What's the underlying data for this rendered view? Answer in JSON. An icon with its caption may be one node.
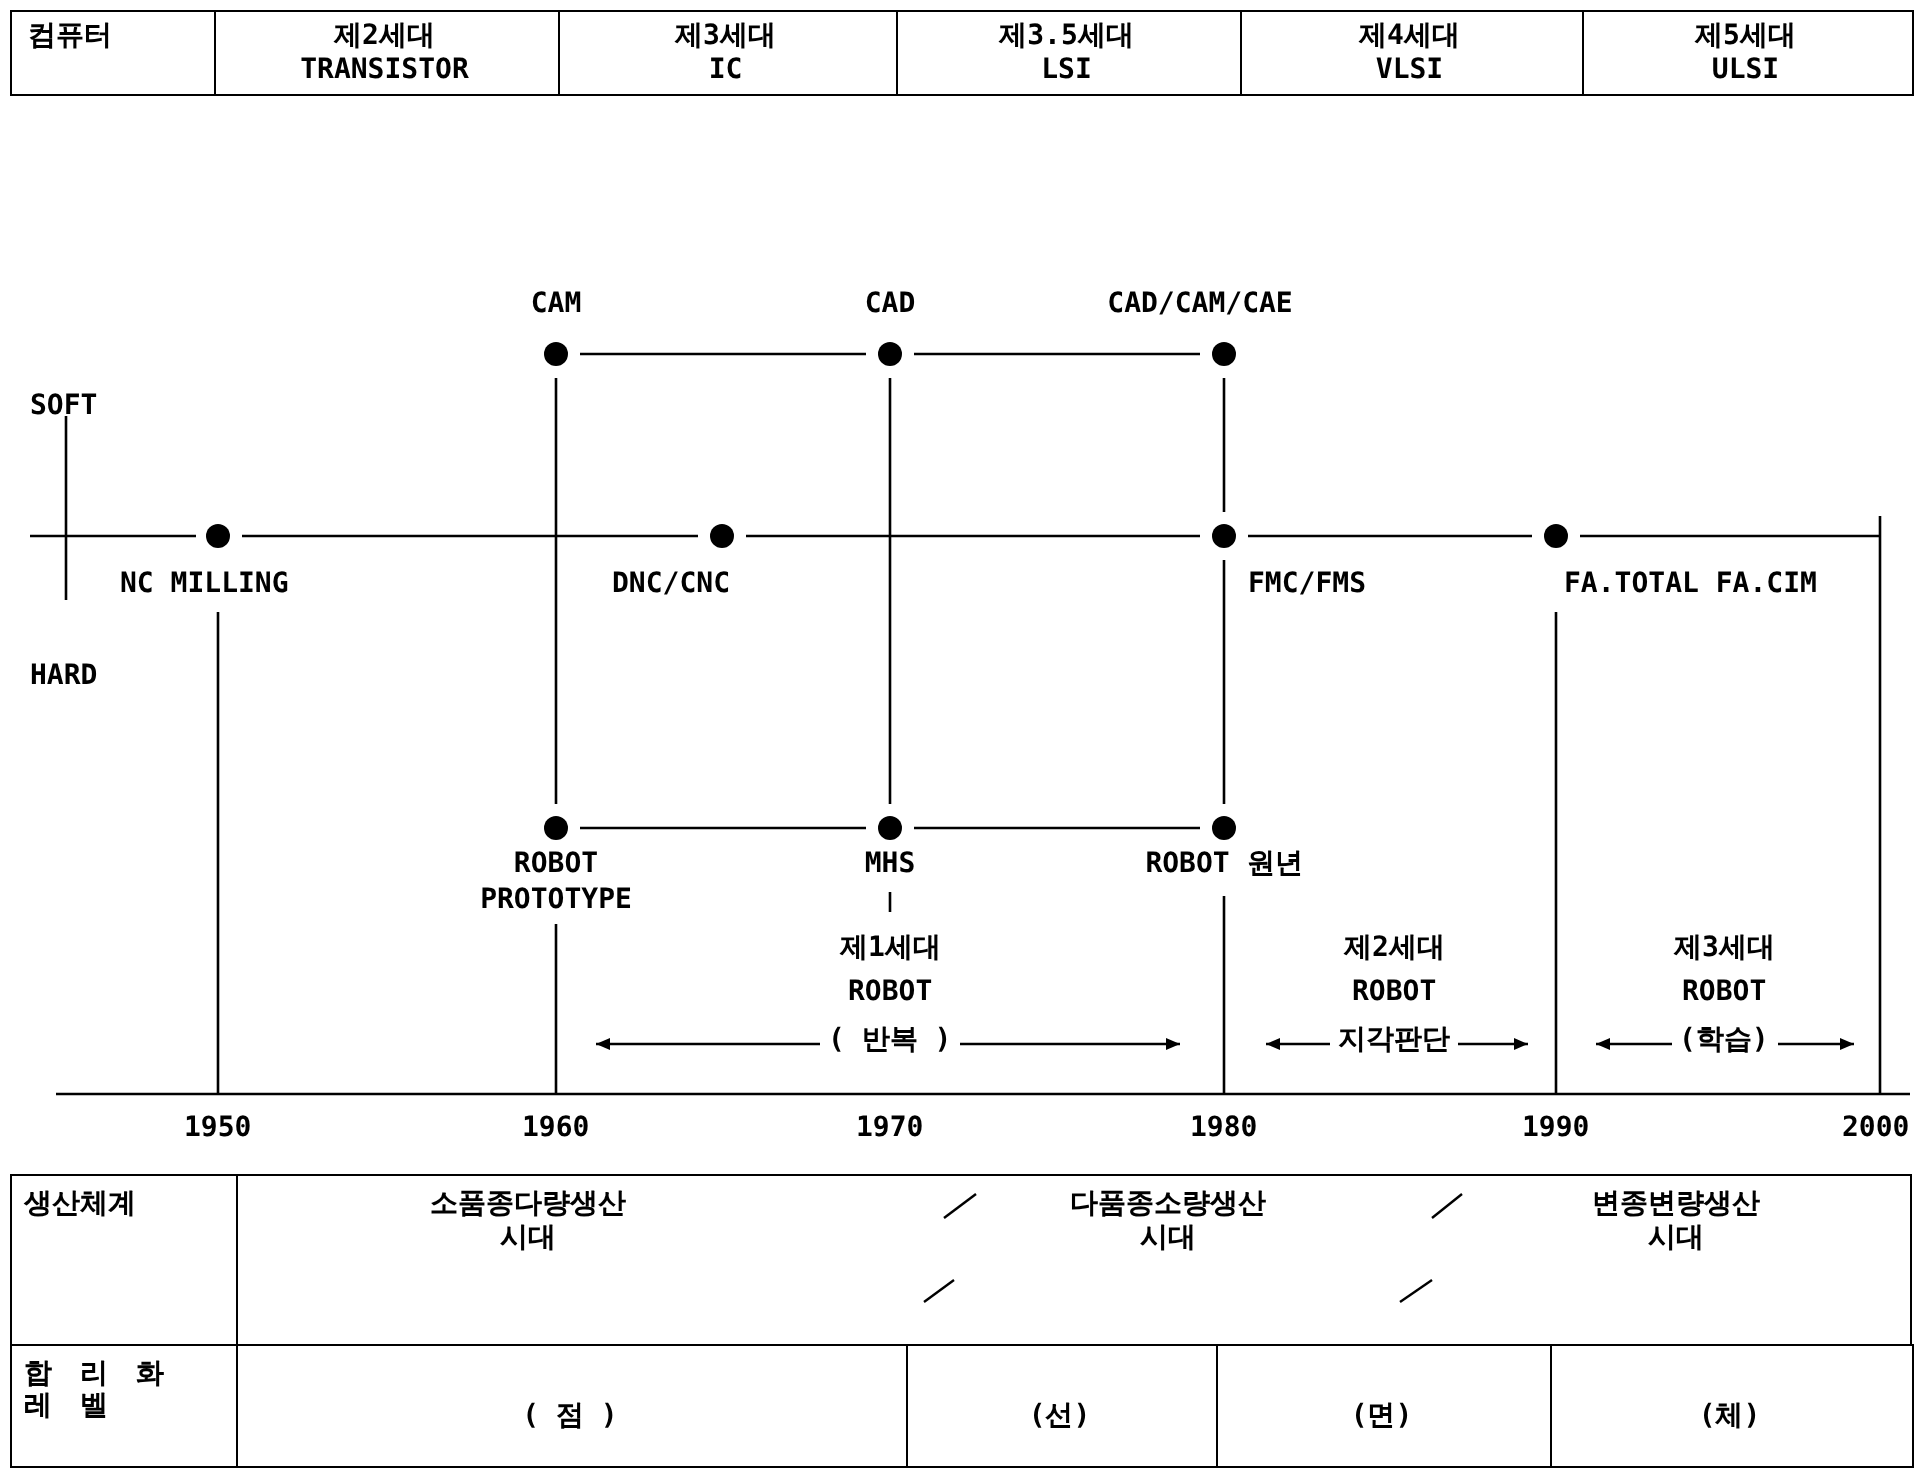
{
  "diagram": {
    "nodes": [
      {
        "text": [
          "CAM"
        ]
      },
      {
        "text": [
          "CAD"
        ]
      },
      {
        "text": [
          "CAD/CAM/CAE"
        ]
      },
      {
        "text": [
          "NC MILLING"
        ]
      },
      {
        "text": [
          "DNC/CNC"
        ]
      },
      {
        "text": [
          "FMC/FMS"
        ]
      },
      {
        "text": [
          "FA.TOTAL FA.CIM"
        ]
      },
      {
        "text": [
          "ROBOT PROTOTYPE"
        ]
      },
      {
        "text": [
          "MHS"
        ]
      },
      {
        "text": [
          "ROBOT 원년"
        ]
      }
    ],
    "edges": [
      {
        "from": 0,
        "to": 1,
        "arrow": "none"
      },
      {
        "from": 1,
        "to": 2,
        "arrow": "none"
      },
      {
        "from": 3,
        "to": 4,
        "arrow": "none"
      },
      {
        "from": 4,
        "to": 5,
        "arrow": "none"
      },
      {
        "from": 5,
        "to": 6,
        "arrow": "none"
      },
      {
        "from": 0,
        "to": 7,
        "arrow": "none"
      },
      {
        "from": 1,
        "to": 8,
        "arrow": "none"
      },
      {
        "from": 2,
        "to": 5,
        "arrow": "none"
      },
      {
        "from": 5,
        "to": 9,
        "arrow": "none"
      },
      {
        "from": 7,
        "to": 8,
        "arrow": "none"
      },
      {
        "from": 8,
        "to": 9,
        "arrow": "none"
      }
    ],
    "labels": [
      "컴퓨터",
      "제2세대 TRANSISTOR",
      "제3세대 IC",
      "제3.5세대 LSI",
      "제4세대 VLSI",
      "제5세대 ULSI",
      "SOFT",
      "HARD",
      "제1세대",
      "ROBOT",
      "( 반복 )",
      "제2세대",
      "ROBOT",
      "지각판단",
      "제3세대",
      "ROBOT",
      "(학습)",
      "1950",
      "1960",
      "1970",
      "1980",
      "1990",
      "2000",
      "생산체계",
      "소품종다량생산 시대",
      "다품종소량생산 시대",
      "변종변량생산 시대",
      "합리화 레벨",
      "( 점 )",
      "(선)",
      "(면)",
      "(체)"
    ]
  }
}
